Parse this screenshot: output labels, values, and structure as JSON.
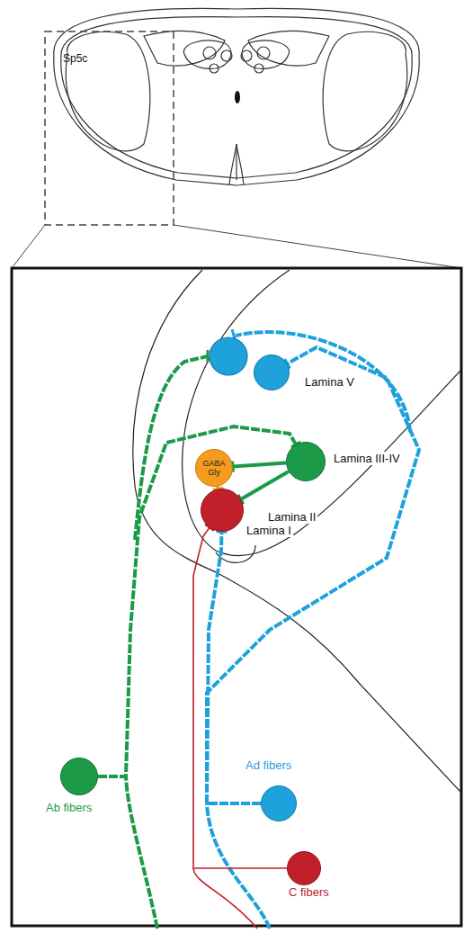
{
  "diagram": {
    "nodes": [
      {
        "text": [
          "Lamina V"
        ]
      },
      {
        "text": [
          "Lamina III-IV"
        ]
      },
      {
        "text": [
          "GABA Gly"
        ]
      },
      {
        "text": [
          "Lamina I"
        ]
      },
      {
        "text": [
          "Ab fibers"
        ]
      },
      {
        "text": [
          "Ad fibers"
        ]
      },
      {
        "text": [
          "C fibers"
        ]
      }
    ],
    "edges": [
      {
        "from": 1,
        "to": 2,
        "arrow": "none"
      },
      {
        "from": 1,
        "to": 3,
        "arrow": "none"
      },
      {
        "from": 2,
        "to": 3,
        "arrow": "none"
      },
      {
        "from": 4,
        "to": 1,
        "arrow": "none"
      },
      {
        "from": 5,
        "to": 0,
        "arrow": "none"
      },
      {
        "from": 5,
        "to": 3,
        "arrow": "none"
      },
      {
        "from": 6,
        "to": 3,
        "arrow": "none"
      }
    ],
    "labels": [
      "Sp5c",
      "Lamina II"
    ]
  }
}
